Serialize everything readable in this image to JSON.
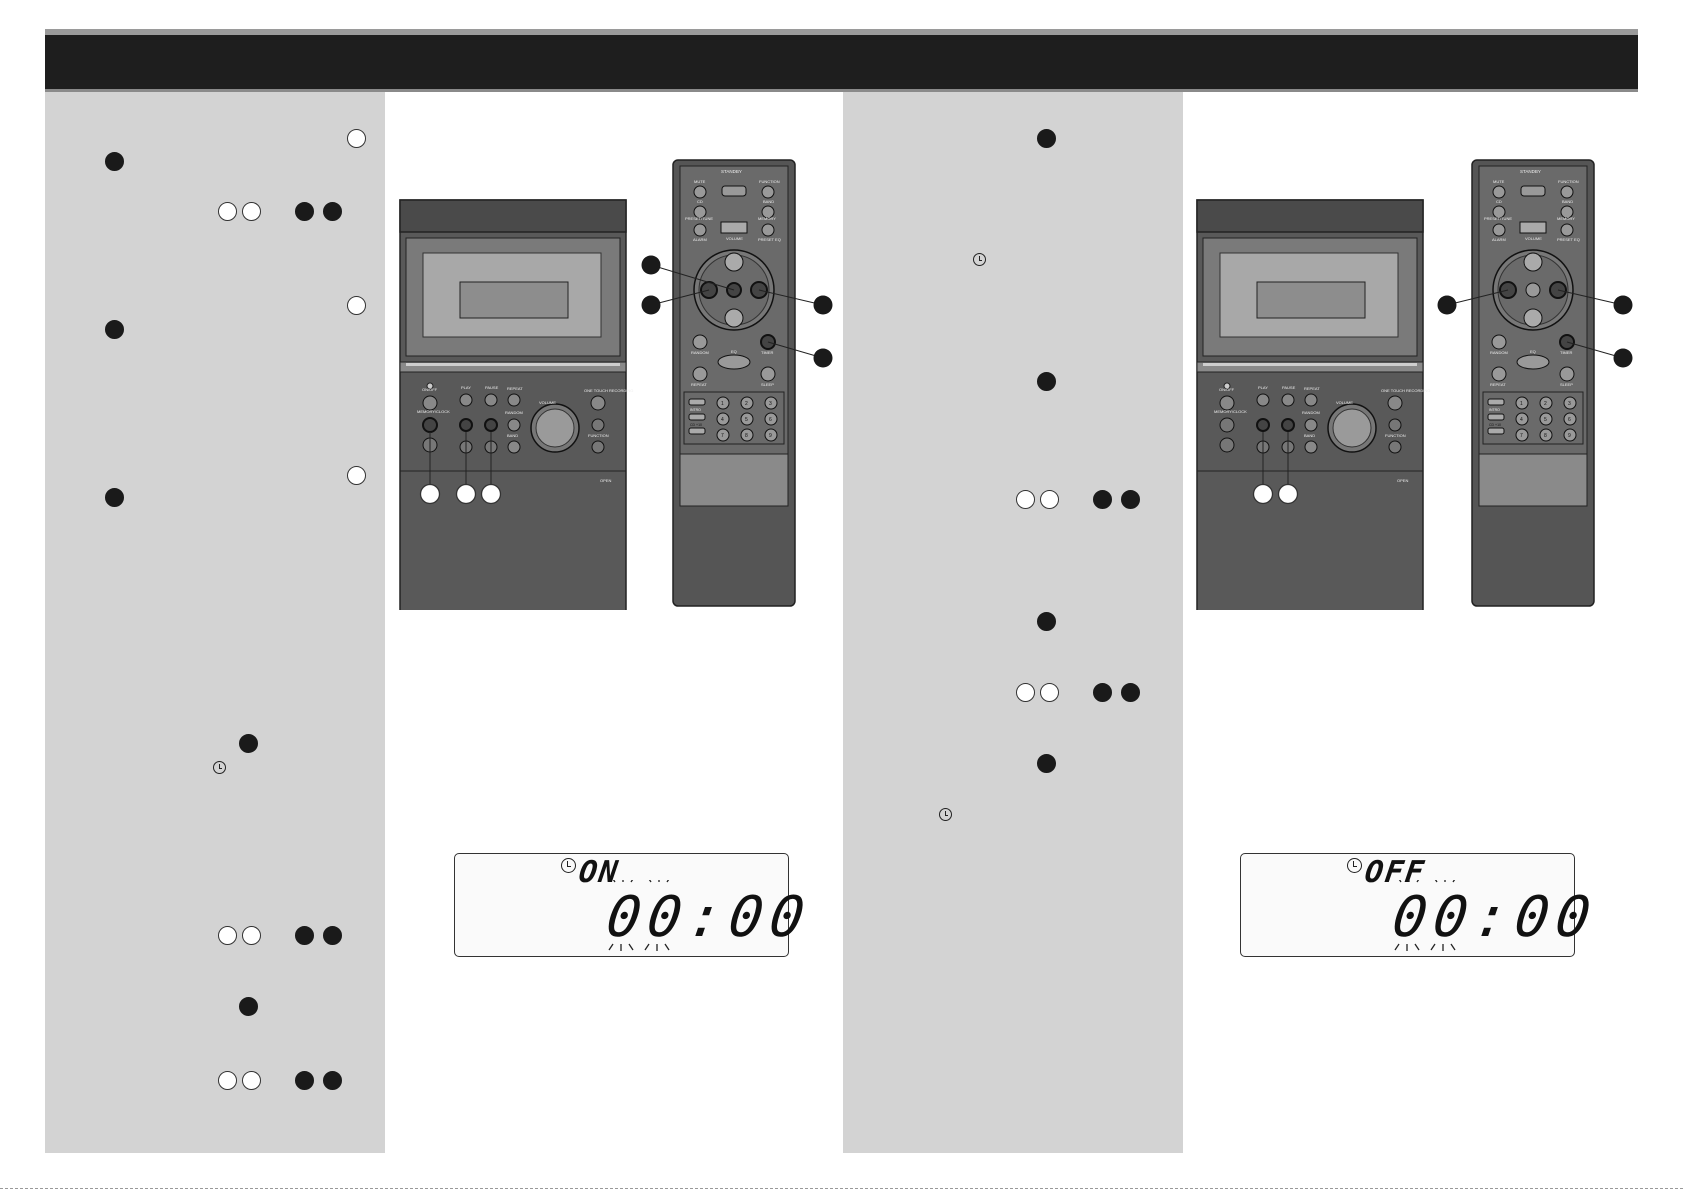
{
  "stereo": {
    "labels": [
      "ON/OFF",
      "PLAY",
      "PAUSE",
      "REPEAT",
      "RANDOM",
      "BAND",
      "MEMORY/CLOCK",
      "ONE TOUCH RECORDING",
      "FUNCTION",
      "VOLUME",
      "OPEN"
    ]
  },
  "remote": {
    "labels": [
      "STANDBY",
      "MUTE",
      "FUNCTION",
      "CD",
      "BAND",
      "PRESET/TUNE",
      "MEMORY",
      "VOLUME",
      "ALARM",
      "PRESET EQ",
      "RANDOM",
      "TIMER",
      "EQ",
      "REPEAT",
      "SLEEP",
      "INTRO",
      "CD +10",
      "1",
      "2",
      "3",
      "4",
      "5",
      "6",
      "7",
      "8",
      "9"
    ]
  },
  "lcd_on": {
    "word": "ON",
    "time": "00:00"
  },
  "lcd_off": {
    "word": "OFF",
    "time": "00:00"
  }
}
